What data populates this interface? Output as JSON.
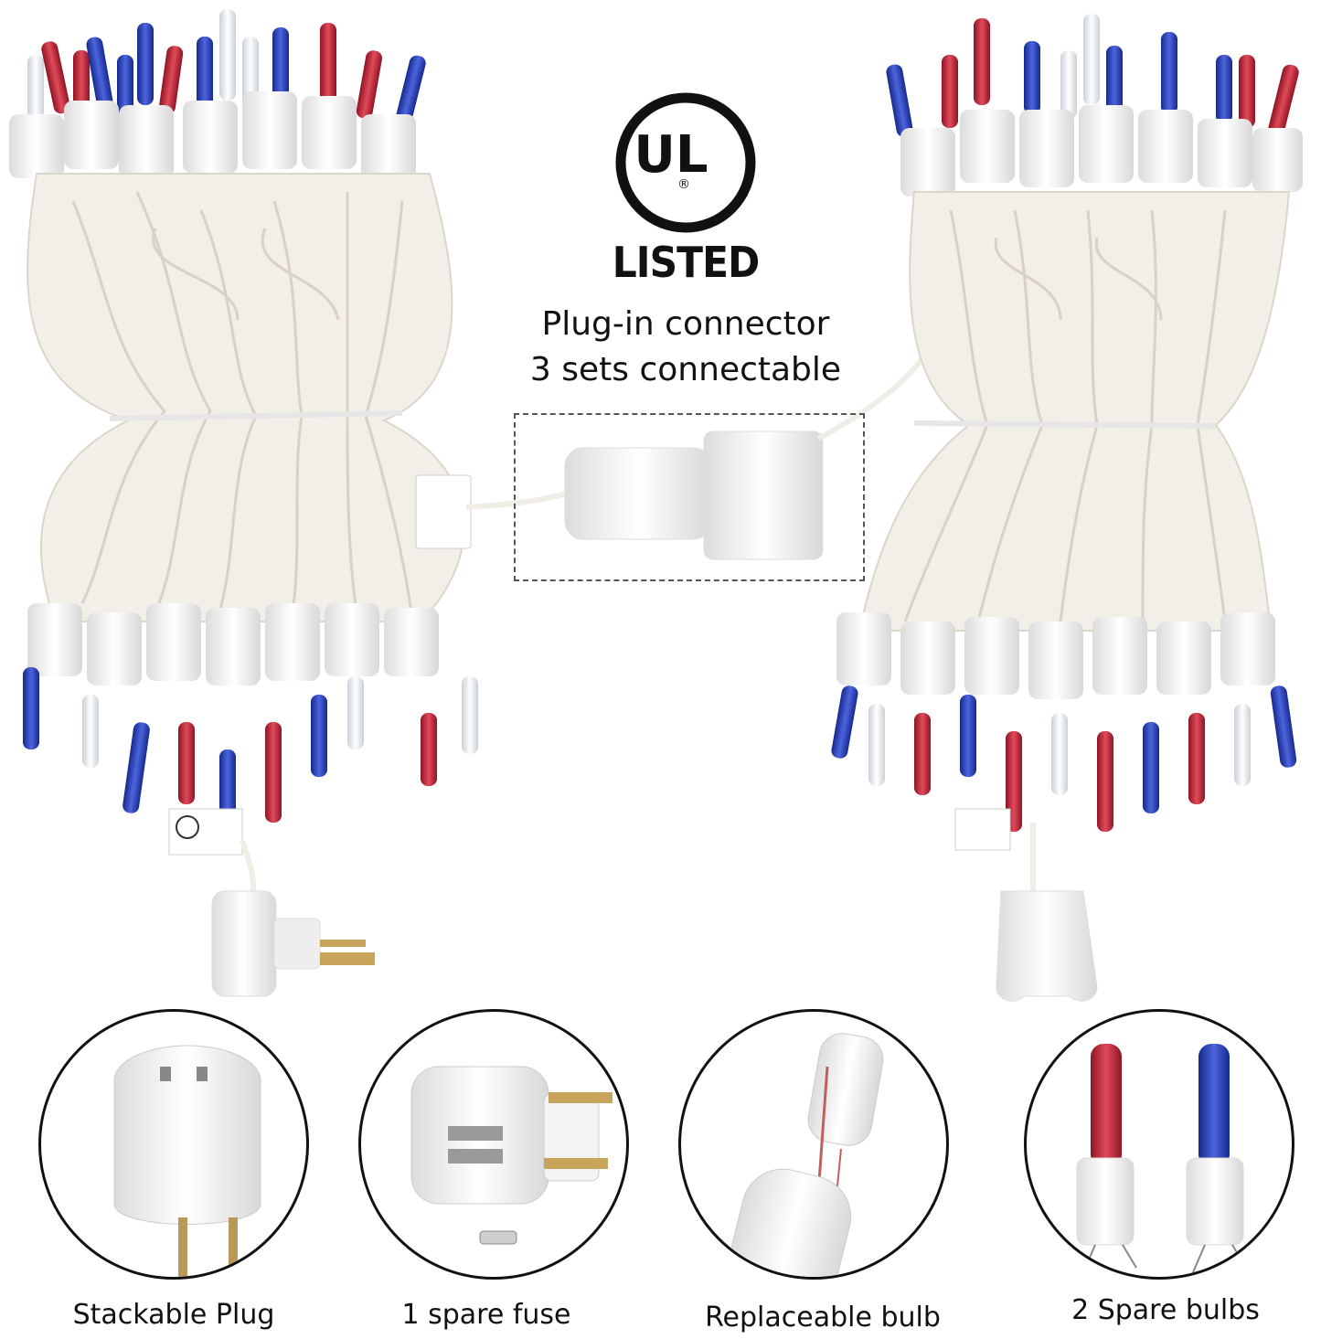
{
  "badge": {
    "logo_text": "UL",
    "registered": "®",
    "listed": "LISTED"
  },
  "headline": {
    "line1": "Plug-in connector",
    "line2": "3 sets connectable"
  },
  "features": [
    {
      "caption": "Stackable Plug"
    },
    {
      "caption": "1 spare fuse"
    },
    {
      "caption": "Replaceable bulb"
    },
    {
      "caption": "2 Spare bulbs"
    }
  ],
  "colors": {
    "red_bulb": "#c4283a",
    "blue_bulb": "#2a3fb5",
    "clear_bulb": "#e9eef2",
    "wire": "#f2efe8",
    "socket": "#f7f7f7"
  }
}
